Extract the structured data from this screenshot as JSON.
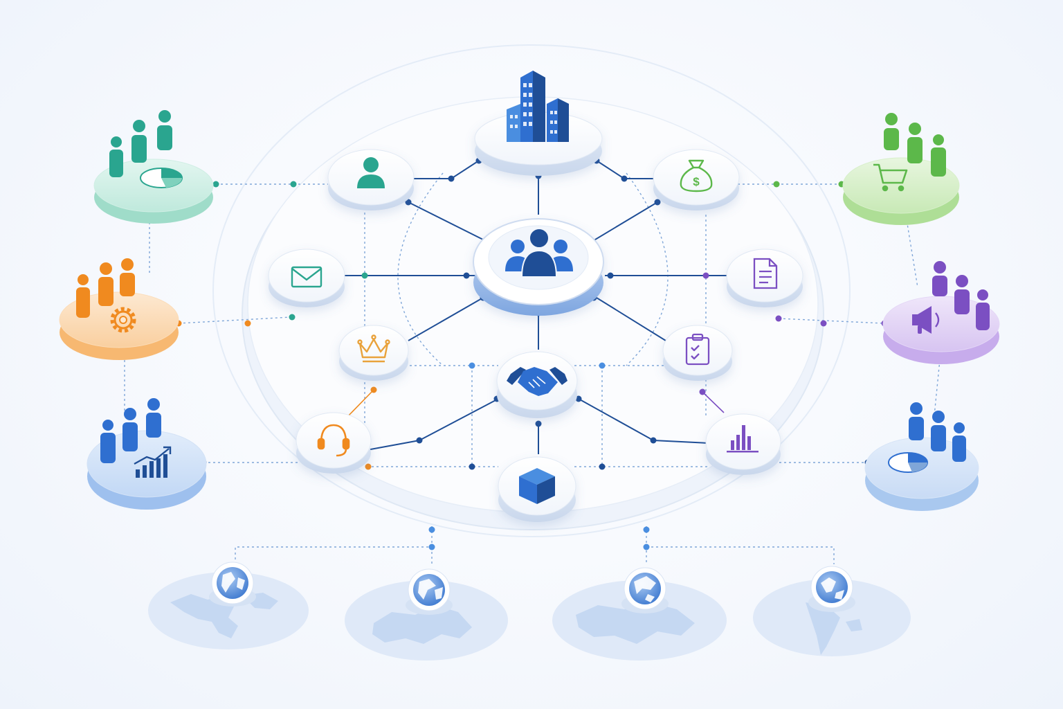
{
  "colors": {
    "navy": "#1f4e96",
    "blue": "#2f6fd0",
    "teal": "#2aa58f",
    "orange": "#f08a1f",
    "green": "#5cb84a",
    "purple": "#7b4fc2",
    "sky": "#4a8ee0",
    "dotted": "#7fa6d8",
    "map": "#c5d8f2"
  },
  "hub": {
    "icon": "team-icon"
  },
  "nodes": [
    {
      "id": "headquarters",
      "icon": "building-icon"
    },
    {
      "id": "customer",
      "icon": "user-icon"
    },
    {
      "id": "finance",
      "icon": "money-bag-icon"
    },
    {
      "id": "email",
      "icon": "envelope-icon"
    },
    {
      "id": "documents",
      "icon": "document-icon"
    },
    {
      "id": "premium",
      "icon": "crown-icon"
    },
    {
      "id": "tasks",
      "icon": "clipboard-check-icon"
    },
    {
      "id": "partnership",
      "icon": "handshake-icon"
    },
    {
      "id": "support",
      "icon": "headset-icon"
    },
    {
      "id": "analytics",
      "icon": "bar-chart-icon"
    },
    {
      "id": "product",
      "icon": "package-icon"
    }
  ],
  "side_groups": [
    {
      "id": "teal-team",
      "color": "teal",
      "icon": "pie-chart-icon"
    },
    {
      "id": "orange-team",
      "color": "orange",
      "icon": "gear-icon"
    },
    {
      "id": "blue-team",
      "color": "blue",
      "icon": "growth-chart-icon"
    },
    {
      "id": "green-team",
      "color": "green",
      "icon": "cart-icon"
    },
    {
      "id": "purple-team",
      "color": "purple",
      "icon": "megaphone-icon"
    },
    {
      "id": "sky-team",
      "color": "sky",
      "icon": "pie-chart-icon"
    }
  ],
  "regions": [
    {
      "id": "americas",
      "icon": "globe-icon"
    },
    {
      "id": "europe",
      "icon": "globe-icon"
    },
    {
      "id": "asia",
      "icon": "globe-icon"
    },
    {
      "id": "oceania",
      "icon": "globe-icon"
    }
  ]
}
